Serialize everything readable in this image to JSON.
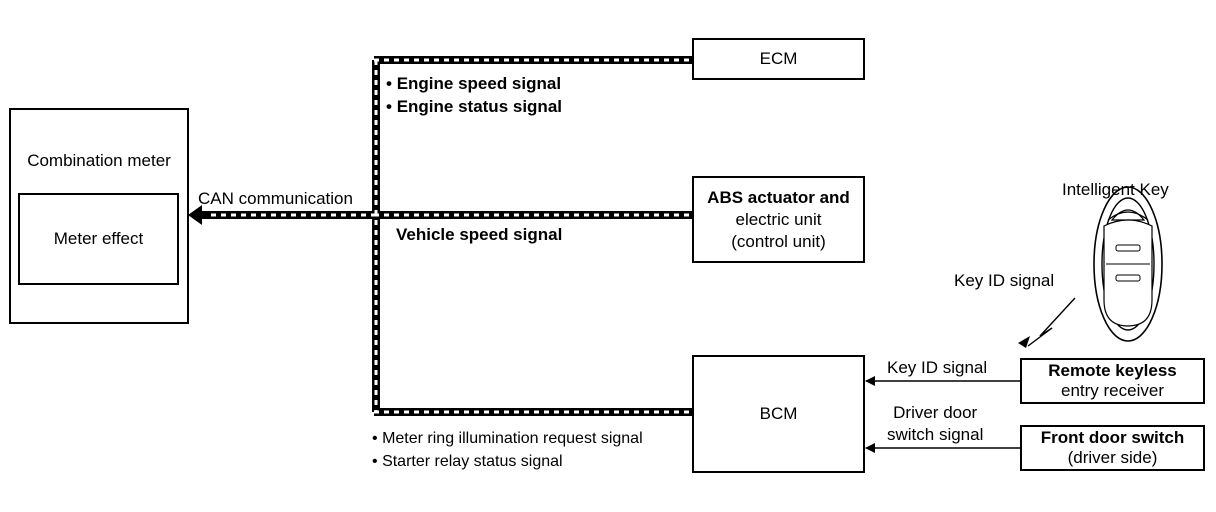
{
  "combination_meter": {
    "title": "Combination meter",
    "inner": "Meter effect"
  },
  "can_label": "CAN communication",
  "ecm": {
    "label": "ECM",
    "signals": [
      "Engine speed signal",
      "Engine status signal"
    ]
  },
  "abs": {
    "lines": [
      "ABS actuator and",
      "electric unit",
      "(control unit)"
    ],
    "signal": "Vehicle speed signal"
  },
  "bcm": {
    "label": "BCM",
    "signals": [
      "Meter ring illumination request signal",
      "Starter relay status signal"
    ]
  },
  "remote_keyless": {
    "lines": [
      "Remote keyless",
      "entry receiver"
    ],
    "signal": "Key ID signal"
  },
  "front_door": {
    "lines": [
      "Front door switch",
      "(driver side)"
    ],
    "signal_lines": [
      "Driver door",
      "switch signal"
    ]
  },
  "intelligent_key": {
    "label": "Intelligent Key",
    "signal": "Key ID signal"
  },
  "bullet": "•"
}
